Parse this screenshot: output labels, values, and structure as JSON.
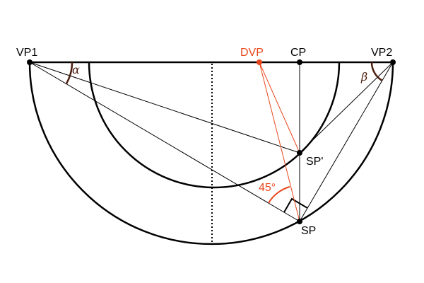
{
  "labels": {
    "vp1": "VP1",
    "vp2": "VP2",
    "dvp": "DVP",
    "cp": "CP",
    "sp": "SP",
    "sp_prime": "SP'",
    "angle_45": "45°",
    "alpha": "α",
    "beta": "β"
  },
  "colors": {
    "ink": "#000000",
    "accent": "#e8461c",
    "angle_arc": "#4a1d0e"
  }
}
